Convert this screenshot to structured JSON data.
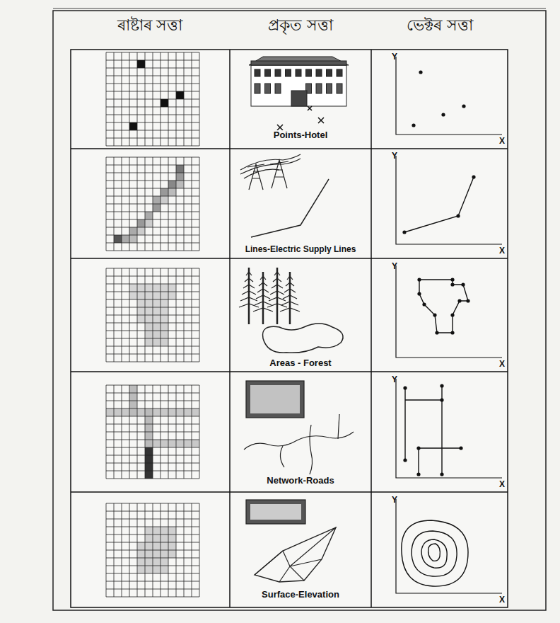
{
  "diagram": {
    "labels": [
      "ৰাষ্টাৰ সত্তা",
      "প্ৰকৃত সত্তা",
      "ভেক্টৰ সত্তা",
      "Points-Hotel",
      "Y",
      "X",
      "Lines-Electric Supply Lines",
      "Y",
      "X",
      "Areas - Forest",
      "Y",
      "X",
      "Network-Roads",
      "Y",
      "X",
      "Surface-Elevation",
      "Y",
      "X"
    ]
  }
}
